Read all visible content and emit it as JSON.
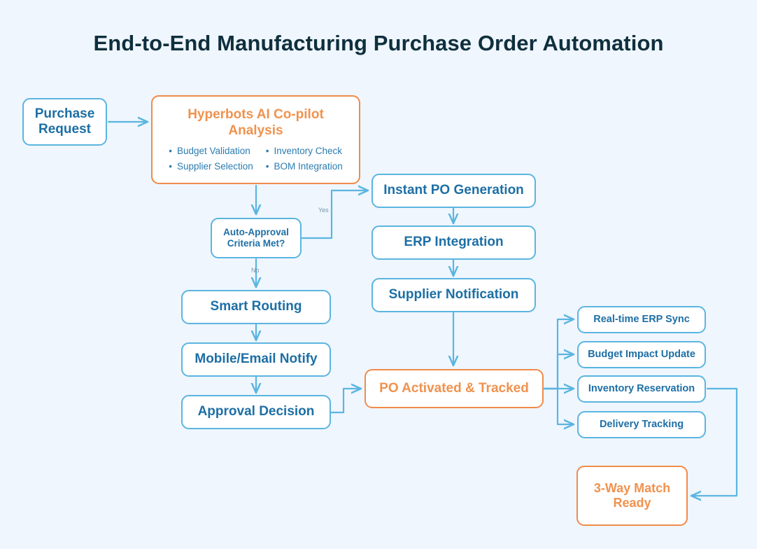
{
  "page": {
    "title": "End-to-End Manufacturing Purchase Order Automation",
    "background_color": "#eff6fe",
    "title_color": "#0f2f3d",
    "node_blue_border": "#5bb5e0",
    "node_blue_text": "#1d6fa5",
    "node_orange_border": "#f08b4a",
    "node_orange_text": "#f0924e",
    "connector_color": "#5bb5e0"
  },
  "nodes": {
    "purchase_request": "Purchase\nRequest",
    "hyperbots_title": "Hyperbots AI Co-pilot\nAnalysis",
    "hyperbots_bullets": [
      "Budget Validation",
      "Inventory Check",
      "Supplier Selection",
      "BOM Integration"
    ],
    "decision": "Auto-Approval\nCriteria Met?",
    "instant_po": "Instant PO Generation",
    "erp_integration": "ERP Integration",
    "supplier_notification": "Supplier Notification",
    "smart_routing": "Smart Routing",
    "mobile_email_notify": "Mobile/Email Notify",
    "approval_decision": "Approval Decision",
    "po_activated": "PO Activated & Tracked",
    "realtime_erp_sync": "Real-time ERP Sync",
    "budget_impact_update": "Budget Impact Update",
    "inventory_reservation": "Inventory Reservation",
    "delivery_tracking": "Delivery Tracking",
    "three_way_match": "3-Way Match\nReady"
  },
  "edge_labels": {
    "yes": "Yes",
    "no": "No"
  }
}
